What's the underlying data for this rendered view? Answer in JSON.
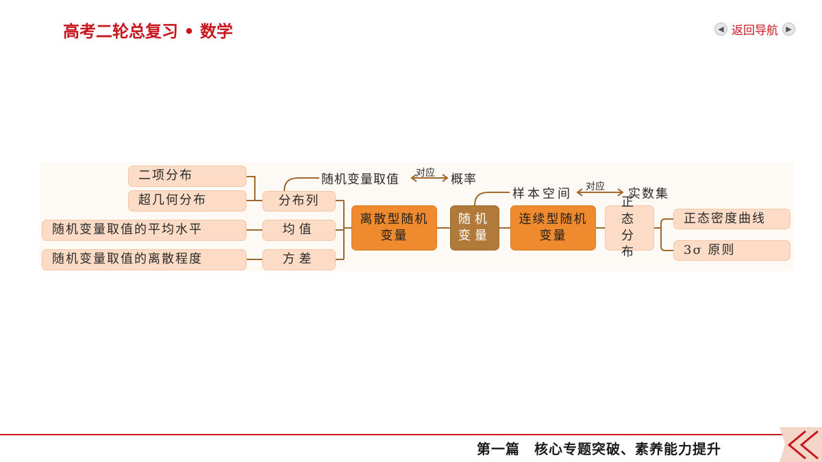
{
  "header": {
    "title": "高考二轮总复习 • 数学",
    "nav_label": "返回导航"
  },
  "diagram": {
    "left_items": [
      "二项分布",
      "超几何分布",
      "随机变量取值的平均水平",
      "随机变量取值的离散程度"
    ],
    "mid_items": [
      "分布列",
      "均值",
      "方差"
    ],
    "discrete": "离散型随机变量",
    "center": "随机变量",
    "continuous": "连续型随机变量",
    "normal": "正态分布",
    "right_items": [
      "正态密度曲线",
      "3σ 原则"
    ],
    "top_left_a": "随机变量取值",
    "top_left_b": "概率",
    "top_right_a": "样本空间",
    "top_right_b": "实数集",
    "correspond": "对应"
  },
  "footer": {
    "text": "第一篇　核心专题突破、素养能力提升"
  },
  "colors": {
    "brand_red": "#c8161d",
    "node_light": "#fcdcc6",
    "node_orange": "#ef8a2e",
    "node_brown": "#b27a3a",
    "connector": "#a0672b"
  }
}
